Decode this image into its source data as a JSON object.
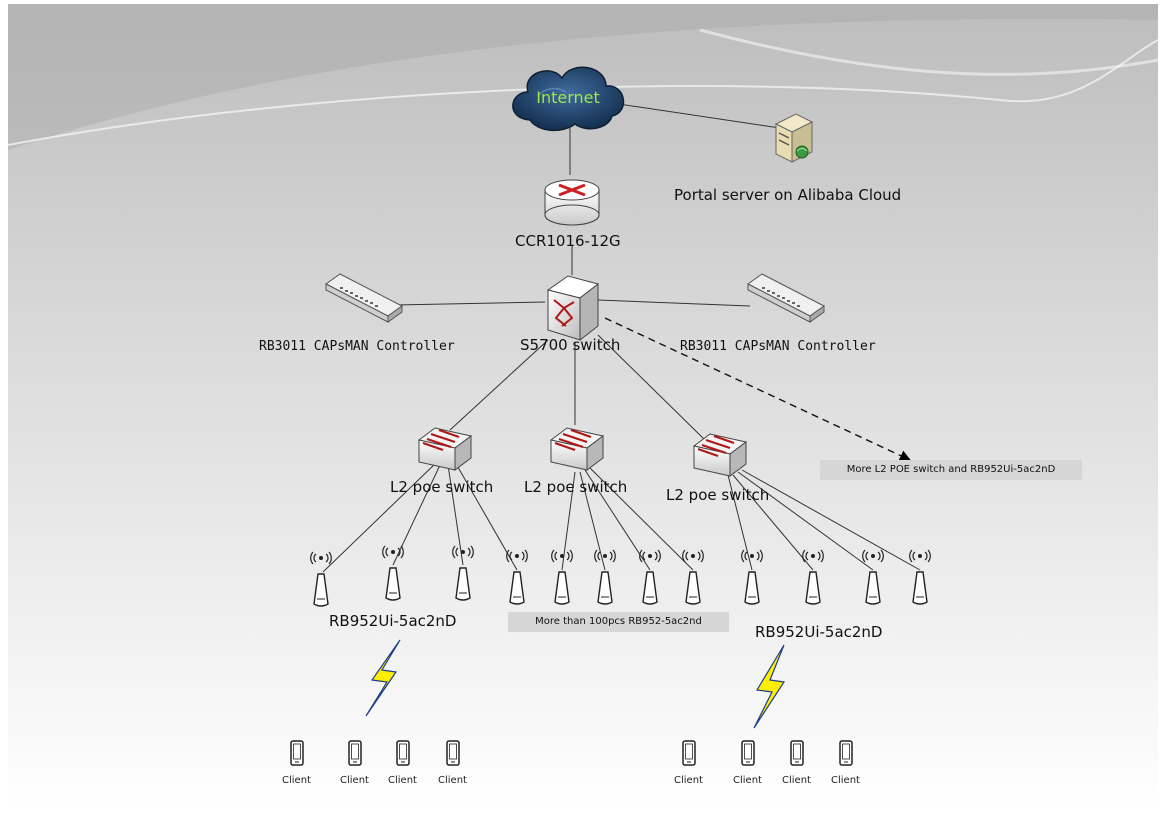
{
  "nodes": {
    "internet": "Internet",
    "portal_server": "Portal server on Alibaba Cloud",
    "router": "CCR1016-12G",
    "core_switch": "S5700 switch",
    "capsman_left": "RB3011 CAPsMAN Controller",
    "capsman_right": "RB3011 CAPsMAN Controller",
    "l2_switch_1": "L2 poe switch",
    "l2_switch_2": "L2 poe switch",
    "l2_switch_3": "L2 poe switch",
    "more_switches": "More L2 POE switch and  RB952Ui-5ac2nD",
    "ap_label_left": "RB952Ui-5ac2nD",
    "ap_label_right": "RB952Ui-5ac2nD",
    "ap_count_note": "More than 100pcs RB952-5ac2nd"
  },
  "client_label": "Client",
  "clients_left": [
    "Client",
    "Client",
    "Client",
    "Client"
  ],
  "clients_right": [
    "Client",
    "Client",
    "Client",
    "Client"
  ],
  "colors": {
    "cloud": "#1f3f66",
    "internet_text": "#9de84a",
    "router": "#cc2222",
    "switch_arrows": "#b01818",
    "lightning": "#ffee00",
    "label_box": "#d6d6d6"
  }
}
